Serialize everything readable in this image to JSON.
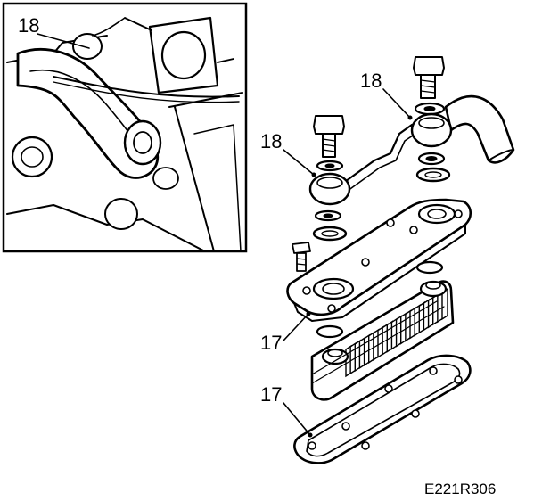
{
  "figure": {
    "drawing_code": "E221R306",
    "callouts": [
      {
        "id": "inset-18",
        "text": "18"
      },
      {
        "id": "bolt-18-left",
        "text": "18"
      },
      {
        "id": "bolt-18-right",
        "text": "18"
      },
      {
        "id": "gasket-17-upper",
        "text": "17"
      },
      {
        "id": "gasket-17-lower",
        "text": "17"
      }
    ]
  },
  "colors": {
    "ink": "#000000",
    "paper": "#ffffff"
  }
}
